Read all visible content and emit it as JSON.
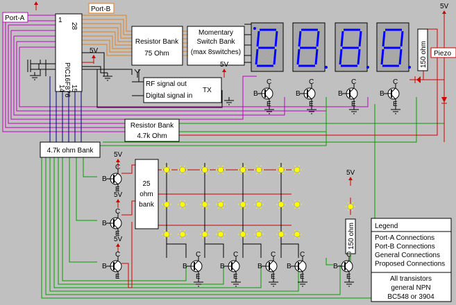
{
  "labels": {
    "port_a": "Port-A",
    "port_b": "Port-B",
    "chip": "PIC16F876",
    "pin1": "1",
    "pin28": "28",
    "pin14": "14",
    "pin15": "15",
    "v5": "5V",
    "resistor_bank_75": [
      "Resistor Bank",
      "75  Ohm"
    ],
    "switch_bank": [
      "Momentary",
      "Switch Bank",
      "(max 8switches)"
    ],
    "rf_out": "RF signal out",
    "digital_in": "Digital signal in",
    "tx": "TX",
    "ohm150_a": "150 ohm",
    "ohm150_b": "150 ohm",
    "piezo": "Piezo",
    "resistor_bank_47": [
      "Resistor Bank",
      "4.7k Ohm"
    ],
    "bank_47k": "4.7k ohm Bank",
    "bank_25": [
      "25",
      "ohm",
      "bank"
    ],
    "b": "B",
    "c": "C",
    "e": "E"
  },
  "legend": {
    "title": "Legend",
    "items": [
      {
        "text": "Port-A Connections",
        "color": "#c000c0"
      },
      {
        "text": "Port-B Connections",
        "color": "#e08020"
      },
      {
        "text": "General Connections",
        "color": "#00a000"
      },
      {
        "text": "Proposed Connections",
        "color": "#d00000"
      }
    ],
    "note": [
      "All transistors",
      "general NPN",
      "BC548 or 3904"
    ]
  },
  "colors": {
    "background": "#c0c0c0",
    "port_a": "#c000c0",
    "port_b": "#e08020",
    "general": "#00a000",
    "proposed": "#d00000",
    "bus": "#000080",
    "segment": "#0000ff",
    "led": "#ffff00"
  }
}
